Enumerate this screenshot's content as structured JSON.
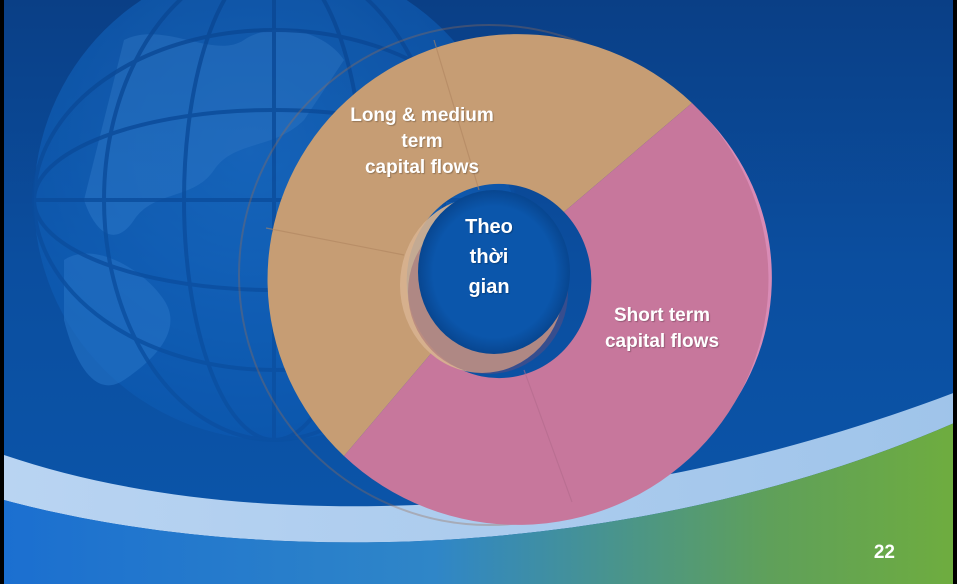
{
  "slide": {
    "colors": {
      "background": "#0b4e9f",
      "long_segment": "#c69d74",
      "short_segment": "#c7779c",
      "text": "#ffffff"
    },
    "center_label": [
      "Theo",
      "thời",
      "gian"
    ],
    "segments": [
      {
        "label_lines": [
          "Long & medium",
          "term",
          "capital flows"
        ],
        "color": "#c69d74"
      },
      {
        "label_lines": [
          "Short term",
          "capital flows"
        ],
        "color": "#c7779c"
      }
    ],
    "page_number": "22"
  }
}
